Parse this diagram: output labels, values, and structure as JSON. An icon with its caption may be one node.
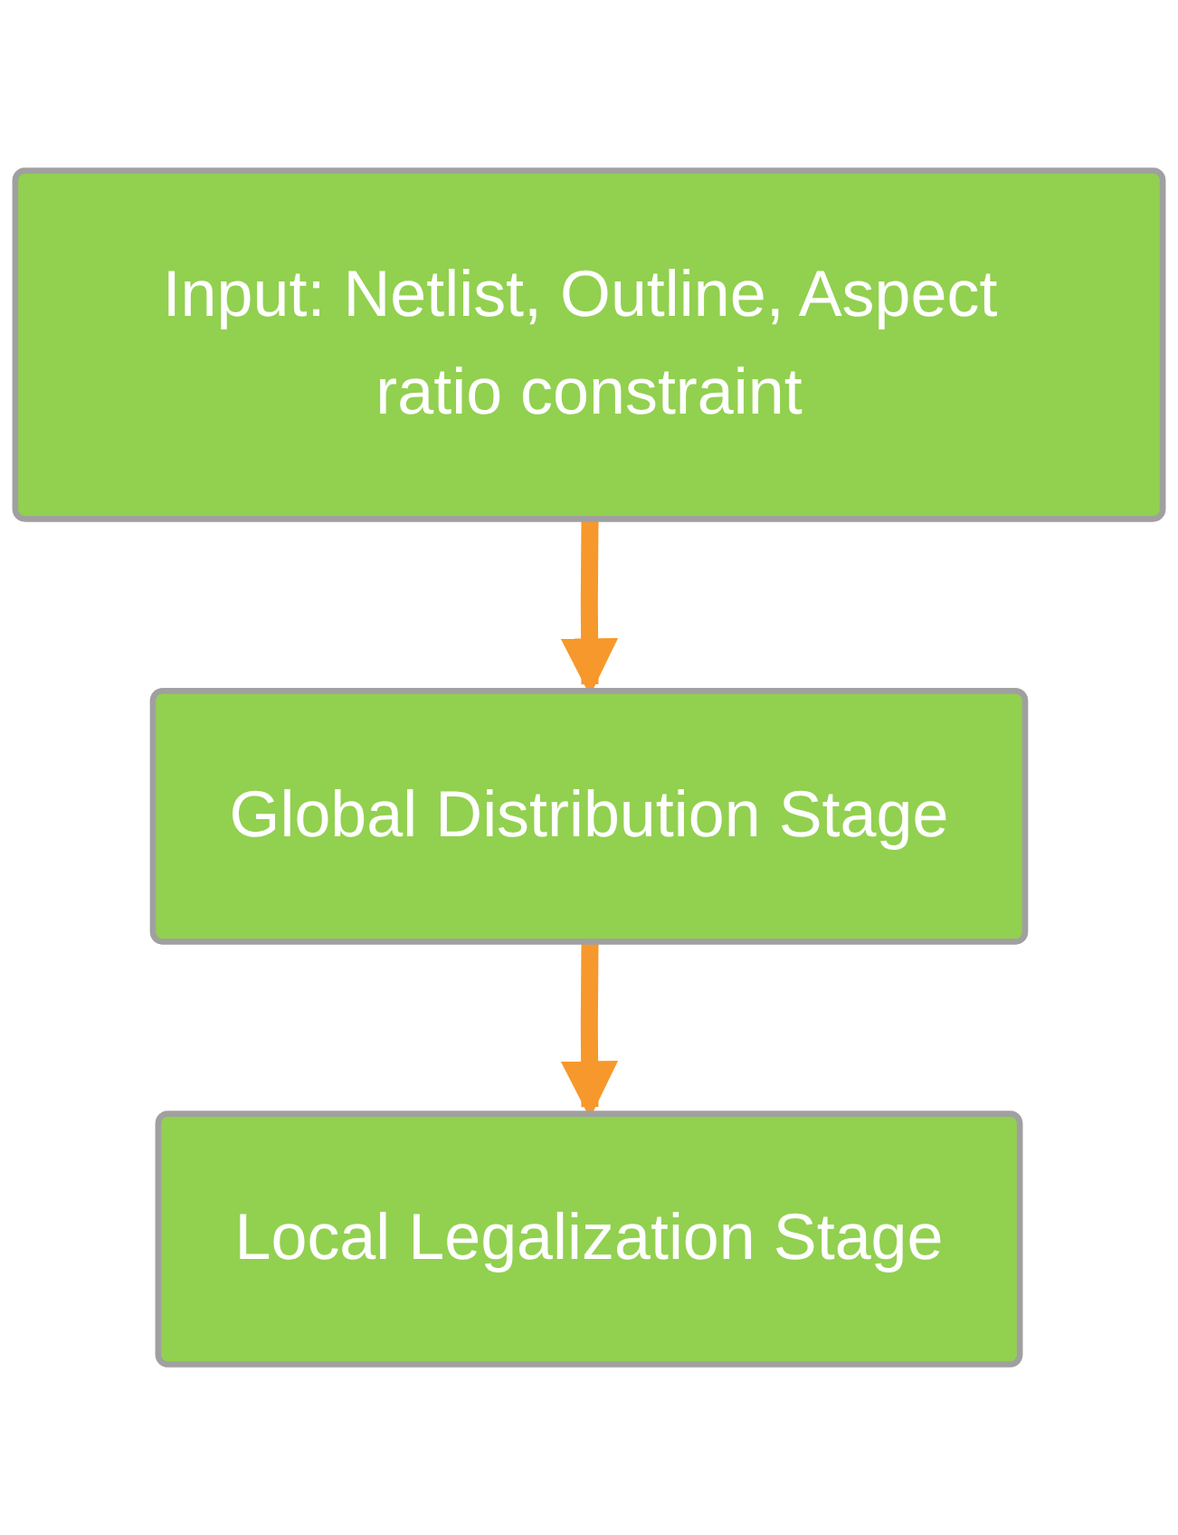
{
  "diagram": {
    "nodes": [
      {
        "text": [
          "Input: Netlist, Outline, Aspect ratio constraint"
        ]
      },
      {
        "text": [
          "Global Distribution Stage"
        ]
      },
      {
        "text": [
          "Local Legalization Stage"
        ]
      }
    ],
    "edges": [
      {
        "from": 0,
        "to": 1,
        "arrow": "to"
      },
      {
        "from": 1,
        "to": 2,
        "arrow": "to"
      }
    ]
  }
}
